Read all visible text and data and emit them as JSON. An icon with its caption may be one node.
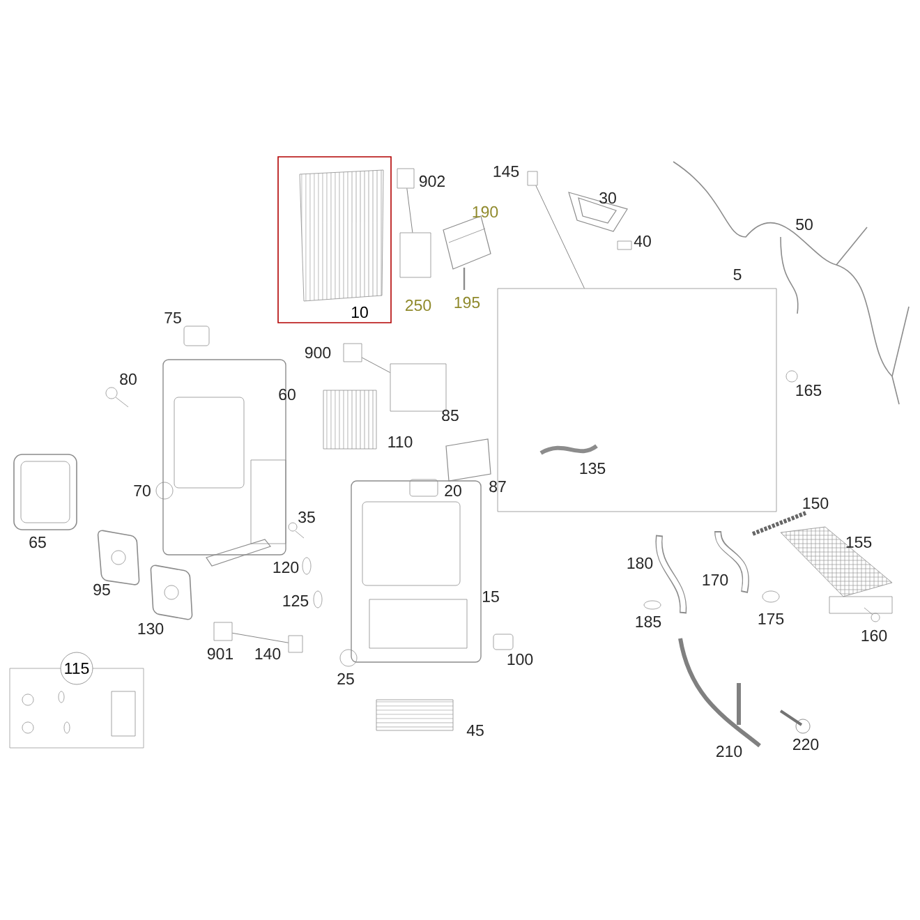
{
  "diagram": {
    "nodes": [
      {
        "text": [
          "10"
        ]
      },
      {
        "text": [
          "115"
        ]
      },
      {
        "text": [],
        "shape": "box",
        "beside": [
          "902"
        ]
      },
      {
        "text": [],
        "shape": "box",
        "beside": [
          "250"
        ]
      },
      {
        "text": [],
        "shape": "box",
        "beside": [
          "900"
        ]
      },
      {
        "text": [],
        "shape": "box",
        "beside": [
          "85"
        ]
      },
      {
        "text": [],
        "shape": "box",
        "beside": [
          "901"
        ]
      },
      {
        "text": [],
        "shape": "box",
        "beside": [
          "140"
        ]
      },
      {
        "text": [],
        "shape": "box",
        "beside": [
          "145"
        ]
      },
      {
        "text": [],
        "shape": "box",
        "beside": [
          "5"
        ]
      }
    ],
    "edges": [
      {
        "from": 2,
        "to": 3,
        "arrow": "none"
      },
      {
        "from": 4,
        "to": 5,
        "arrow": "none"
      },
      {
        "from": 6,
        "to": 7,
        "arrow": "none"
      },
      {
        "from": 8,
        "to": 9,
        "arrow": "none"
      }
    ],
    "labels": [
      "30",
      "190",
      "50",
      "40",
      "195",
      "75",
      "80",
      "165",
      "60",
      "110",
      "135",
      "87",
      "20",
      "70",
      "150",
      "35",
      "65",
      "155",
      "180",
      "120",
      "170",
      "95",
      "125",
      "15",
      "175",
      "185",
      "130",
      "160",
      "100",
      "25",
      "45",
      "220",
      "210"
    ]
  }
}
